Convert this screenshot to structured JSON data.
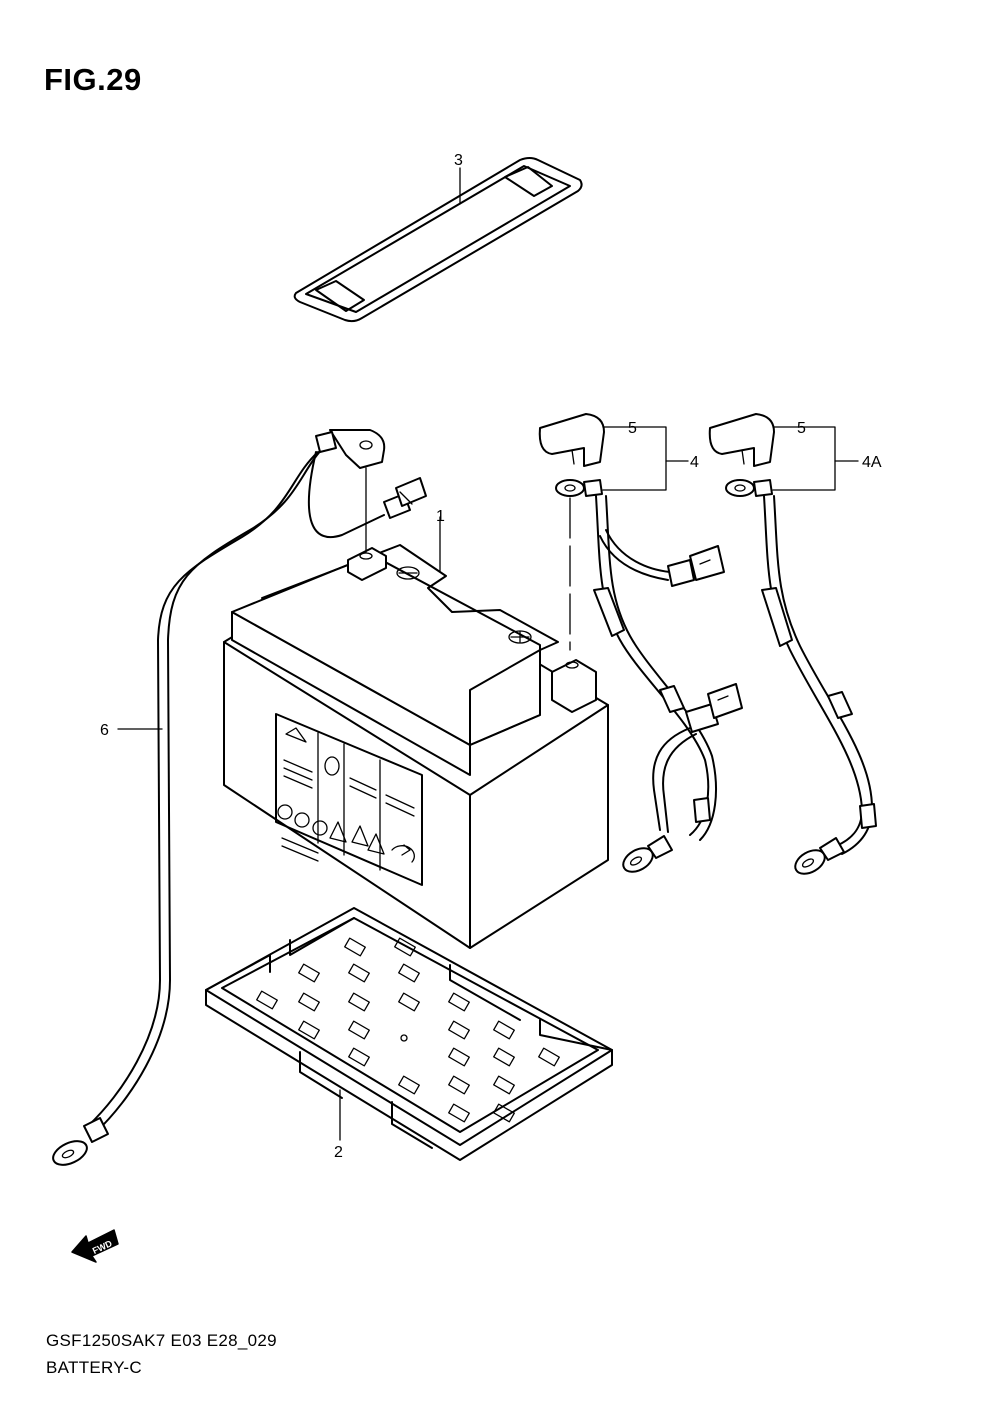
{
  "figure": {
    "title": "FIG.29",
    "code": "GSF1250SAK7 E03 E28_029",
    "name": "BATTERY-C"
  },
  "callouts": {
    "c1": "1",
    "c2": "2",
    "c3": "3",
    "c4": "4",
    "c4a": "4A",
    "c5a": "5",
    "c5b": "5",
    "c6": "6"
  },
  "fwd_label": "FWD",
  "icons": [
    "forward-arrow-icon",
    "recycle-icon",
    "warning-icon"
  ]
}
